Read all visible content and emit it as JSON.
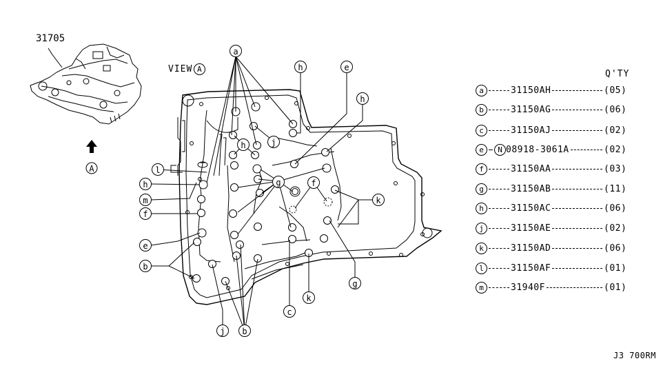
{
  "diagram": {
    "title": "Control Valve Body Plugs / Bolts",
    "assembly_part_number": "31705",
    "view_label": "VIEW",
    "view_marker": "A",
    "arrow_marker": "A",
    "reference_code": "J3 700RM"
  },
  "legend": {
    "qty_header": "Q'TY",
    "items": [
      {
        "key": "a",
        "prefix": "",
        "part": "31150AH",
        "qty": "(05)"
      },
      {
        "key": "b",
        "prefix": "",
        "part": "31150AG",
        "qty": "(06)"
      },
      {
        "key": "c",
        "prefix": "",
        "part": "31150AJ",
        "qty": "(02)"
      },
      {
        "key": "e",
        "prefix": "N",
        "part": "08918-3061A",
        "qty": "(02)"
      },
      {
        "key": "f",
        "prefix": "",
        "part": "31150AA",
        "qty": "(03)"
      },
      {
        "key": "g",
        "prefix": "",
        "part": "31150AB",
        "qty": "(11)"
      },
      {
        "key": "h",
        "prefix": "",
        "part": "31150AC",
        "qty": "(06)"
      },
      {
        "key": "j",
        "prefix": "",
        "part": "31150AE",
        "qty": "(02)"
      },
      {
        "key": "k",
        "prefix": "",
        "part": "31150AD",
        "qty": "(06)"
      },
      {
        "key": "l",
        "prefix": "",
        "part": "31150AF",
        "qty": "(01)"
      },
      {
        "key": "m",
        "prefix": "",
        "part": "31940F",
        "qty": "(01)"
      }
    ]
  },
  "callouts": {
    "a": "a",
    "b": "b",
    "c": "c",
    "e": "e",
    "f": "f",
    "g": "g",
    "h": "h",
    "j": "j",
    "k": "k",
    "l": "l",
    "m": "m"
  }
}
